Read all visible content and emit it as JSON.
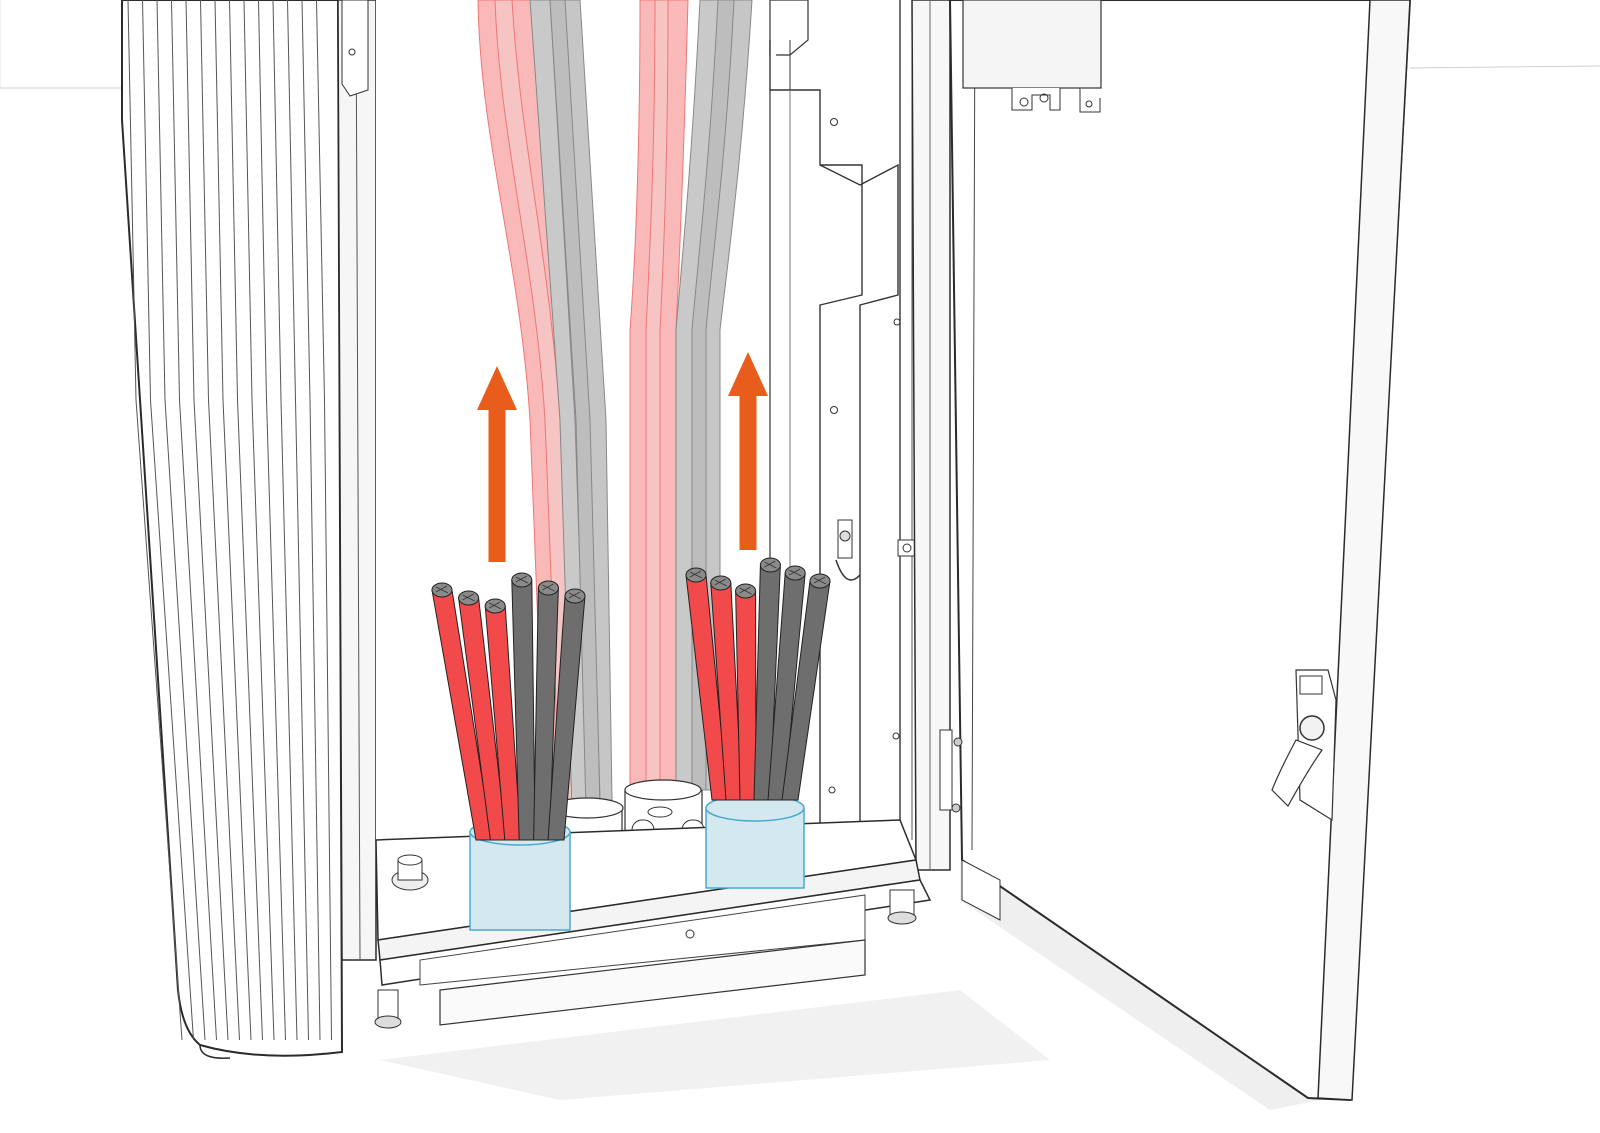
{
  "figure": {
    "kind": "technical-illustration",
    "subject": "cabinet-with-open-door-cable-entry",
    "colors": {
      "background": "#ffffff",
      "outline": "#2b2b2b",
      "panel_fill": "#ffffff",
      "panel_shadow": "#ececec",
      "cable_red": "#f24a4a",
      "cable_red_ghost": "#f9b9b9",
      "cable_gray": "#6e6e6e",
      "cable_gray_ghost": "#bdbdbd",
      "gland_blue": "#d4e8f0",
      "gland_blue_stroke": "#4aa8cf",
      "arrow_orange": "#e85d1c"
    },
    "arrows": [
      {
        "name": "arrow-left",
        "direction": "up"
      },
      {
        "name": "arrow-right",
        "direction": "up"
      }
    ],
    "cable_bundles": [
      {
        "name": "bundle-left",
        "red_count": 3,
        "gray_count": 3
      },
      {
        "name": "bundle-right",
        "red_count": 3,
        "gray_count": 3
      }
    ]
  }
}
